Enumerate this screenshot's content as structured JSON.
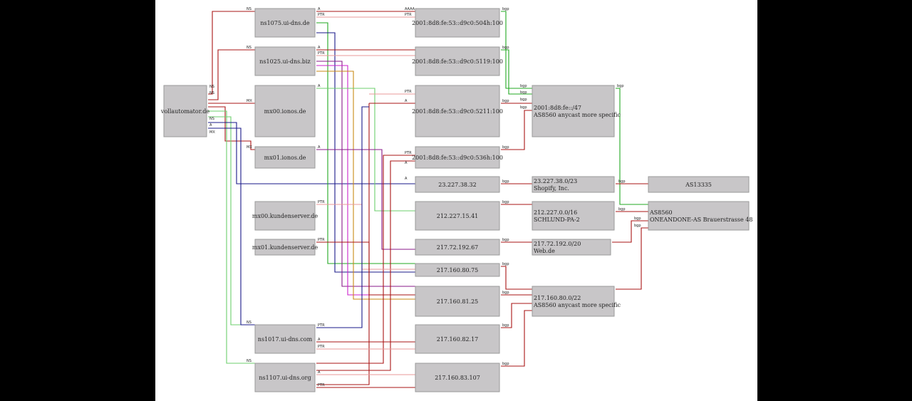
{
  "colors": {
    "red": "#aa1414",
    "pink": "#e89a9a",
    "green": "#22a822",
    "lightgreen": "#6ccf6c",
    "navy": "#1a1a8a",
    "purple": "#8a1a8a",
    "magenta": "#cc22cc",
    "orange": "#c88a14",
    "node_fill": "#c8c6c8",
    "background": "#000000"
  },
  "nodes": {
    "vollautomator": [
      "vollautomator.de"
    ],
    "ns1075": [
      "ns1075.ui-dns.de"
    ],
    "ns1025": [
      "ns1025.ui-dns.biz"
    ],
    "mx00ionos": [
      "mx00.ionos.de"
    ],
    "mx01ionos": [
      "mx01.ionos.de"
    ],
    "mx00kunden": [
      "mx00.kundenserver.de"
    ],
    "mx01kunden": [
      "mx01.kundenserver.de"
    ],
    "ns1017": [
      "ns1017.ui-dns.com"
    ],
    "ns1107": [
      "ns1107.ui-dns.org"
    ],
    "v6_504h": [
      "2001:8d8:fe:53::d9c0:504h:100"
    ],
    "v6_5119": [
      "2001:8d8:fe:53::d9c0:5119:100"
    ],
    "v6_5211": [
      "2001:8d8:fe:53::d9c0:5211:100"
    ],
    "v6_536h": [
      "2001:8d8:fe:53::d9c0:536h:100"
    ],
    "ip_23": [
      "23.227.38.32"
    ],
    "ip_212": [
      "212.227.15.41"
    ],
    "ip_217_192": [
      "217.72.192.67"
    ],
    "ip_80_75": [
      "217.160.80.75"
    ],
    "ip_81_25": [
      "217.160.81.25"
    ],
    "ip_82_17": [
      "217.160.82.17"
    ],
    "ip_83_107": [
      "217.160.83.107"
    ],
    "pfx_v6": [
      "2001:8d8:fe::/47",
      "AS8560 anycast more specific"
    ],
    "pfx_23": [
      "23.227.38.0/23",
      "Shopify, Inc."
    ],
    "pfx_212": [
      "212.227.0.0/16",
      "SCHLUND-PA-2"
    ],
    "pfx_217": [
      "217.72.192.0/20",
      "Web.de"
    ],
    "pfx_160": [
      "217.160.80.0/22",
      "AS8560 anycast more specific"
    ],
    "as13335": [
      "AS13335"
    ],
    "as8560": [
      "AS8560",
      "ONEANDONE-AS Brauerstrasse 48"
    ]
  },
  "edge_labels": {
    "ns": "NS",
    "mx": "MX",
    "a": "A",
    "aaaa": "AAAA",
    "ptr": "PTR",
    "bgp": "bgp"
  }
}
